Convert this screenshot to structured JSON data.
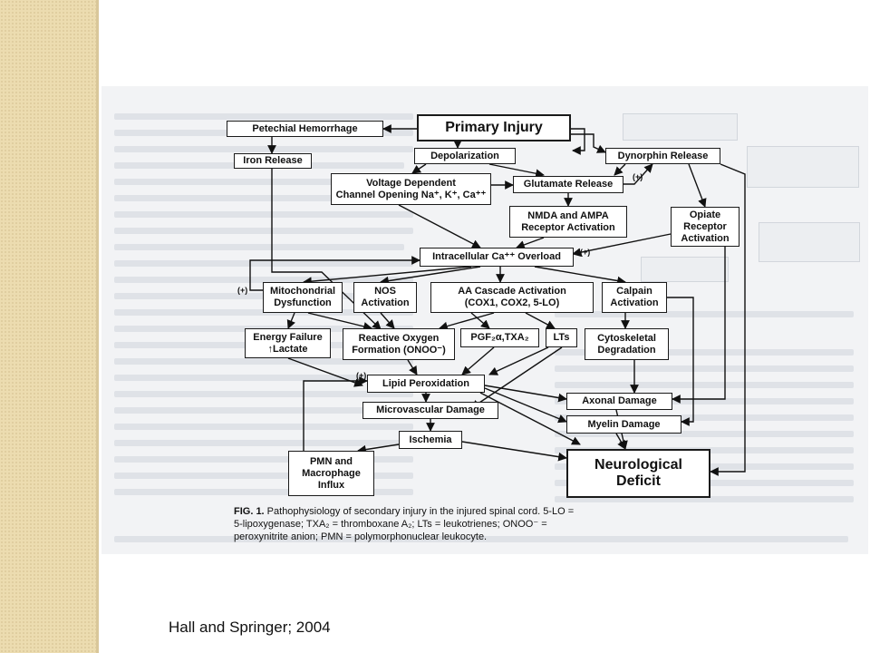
{
  "nodes": {
    "primary_injury": "Primary Injury",
    "petechial_hemorrhage": "Petechial Hemorrhage",
    "iron_release": "Iron Release",
    "depolarization": "Depolarization",
    "dynorphin_release": "Dynorphin Release",
    "voltage_channel": "Voltage Dependent\nChannel Opening Na⁺, K⁺, Ca⁺⁺",
    "glutamate_release": "Glutamate Release",
    "nmda_ampa": "NMDA and AMPA\nReceptor Activation",
    "opiate_receptor": "Opiate\nReceptor\nActivation",
    "intracellular_ca": "Intracellular Ca⁺⁺ Overload",
    "mitochondrial": "Mitochondrial\nDysfunction",
    "nos_activation": "NOS\nActivation",
    "aa_cascade": "AA Cascade Activation\n(COX1, COX2, 5-LO)",
    "calpain": "Calpain\nActivation",
    "energy_failure": "Energy Failure\n↑Lactate",
    "reactive_oxygen": "Reactive Oxygen\nFormation (ONOO⁻)",
    "pgf_txa": "PGF₂α,TXA₂",
    "lts": "LTs",
    "cytoskeletal": "Cytoskeletal\nDegradation",
    "lipid_peroxidation": "Lipid Peroxidation",
    "axonal_damage": "Axonal Damage",
    "microvascular": "Microvascular Damage",
    "myelin_damage": "Myelin Damage",
    "ischemia": "Ischemia",
    "pmn_influx": "PMN and\nMacrophage\nInflux",
    "neuro_deficit": "Neurological\nDeficit"
  },
  "plus_marks": [
    "(+)",
    "(+)",
    "(+)",
    "(+)"
  ],
  "caption": {
    "label": "FIG. 1.",
    "text": " Pathophysiology of secondary injury in the injured spinal cord. 5-LO = 5-lipoxygenase; TXA₂ = thromboxane A₂; LTs = leukotrienes; ONOO⁻ = peroxynitrite anion; PMN = polymorphonuclear leukocyte."
  },
  "citation": "Hall and Springer; 2004"
}
